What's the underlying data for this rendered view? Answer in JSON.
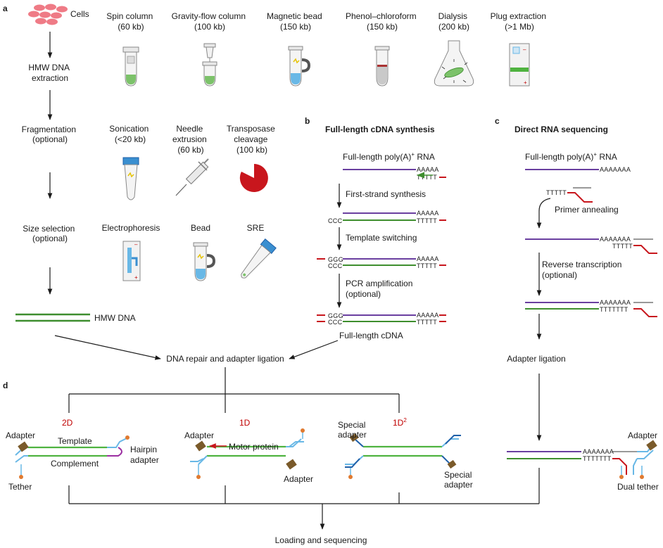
{
  "panels": {
    "a": "a",
    "b": "b",
    "c": "c",
    "d": "d"
  },
  "colors": {
    "purple": "#6a3fa0",
    "green": "#3e8e2e",
    "red": "#c8161d",
    "blue": "#3a8fd0",
    "lightblue": "#69b8e6",
    "darkblue": "#1f5fa8",
    "brown": "#7a5a2a",
    "orange": "#e07a30",
    "arrow": "#1a1a1a"
  },
  "a": {
    "cells_label": "Cells",
    "hmw_extraction": [
      "HMW DNA",
      "extraction"
    ],
    "fragmentation": [
      "Fragmentation",
      "(optional)"
    ],
    "size_selection": [
      "Size selection",
      "(optional)"
    ],
    "hmw_dna": "HMW DNA",
    "methods": [
      {
        "name": "Spin column",
        "size": "(60 kb)",
        "icon": "spin-column-icon"
      },
      {
        "name": "Gravity-flow column",
        "size": "(100 kb)",
        "icon": "gravity-flow-column-icon"
      },
      {
        "name": "Magnetic bead",
        "size": "(150 kb)",
        "icon": "magnetic-bead-tube-icon"
      },
      {
        "name": "Phenol–chloroform",
        "size": "(150 kb)",
        "icon": "phenol-chloroform-tube-icon"
      },
      {
        "name": "Dialysis",
        "size": "(200 kb)",
        "icon": "dialysis-flask-icon"
      },
      {
        "name": "Plug extraction",
        "size": "(>1 Mb)",
        "icon": "plug-extraction-gel-icon"
      }
    ],
    "frag_methods": [
      {
        "lines": [
          "Sonication",
          "(<20 kb)"
        ],
        "icon": "sonication-tube-icon"
      },
      {
        "lines": [
          "Needle",
          "extrusion",
          "(60 kb)"
        ],
        "icon": "needle-syringe-icon"
      },
      {
        "lines": [
          "Transposase",
          "cleavage",
          "(100 kb)"
        ],
        "icon": "transposase-pie-icon"
      }
    ],
    "size_methods": [
      {
        "name": "Electrophoresis",
        "icon": "electrophoresis-gel-icon"
      },
      {
        "name": "Bead",
        "icon": "bead-tube-icon"
      },
      {
        "name": "SRE",
        "icon": "sre-tube-icon"
      }
    ]
  },
  "b": {
    "title": "Full-length cDNA synthesis",
    "rna_label_pre": "Full-length poly(A)",
    "rna_label_sup": "+",
    "rna_label_post": " RNA",
    "polyA": "AAAAA",
    "polyT": "TTTTT",
    "ccc": "CCC",
    "ggg": "GGG",
    "step1": "First-strand synthesis",
    "step2": "Template switching",
    "step3": [
      "PCR amplification",
      "(optional)"
    ],
    "final": "Full-length cDNA"
  },
  "c": {
    "title": "Direct RNA sequencing",
    "rna_label_pre": "Full-length poly(A)",
    "rna_label_sup": "+",
    "rna_label_post": " RNA",
    "polyA": "AAAAAAA",
    "polyT5": "TTTTT",
    "polyT7": "TTTTTTT",
    "step1": "Primer annealing",
    "step2": [
      "Reverse transcription",
      "(optional)"
    ],
    "adapter_ligation": "Adapter ligation"
  },
  "center": {
    "repair": "DNA repair and adapter ligation",
    "loading": "Loading and sequencing"
  },
  "d": {
    "modes": [
      {
        "label": "2D"
      },
      {
        "label": "1D"
      },
      {
        "label": "1D",
        "sup": "2"
      }
    ],
    "labels_2d": {
      "adapter": "Adapter",
      "template": "Template",
      "complement": "Complement",
      "hairpin": [
        "Hairpin",
        "adapter"
      ],
      "tether": "Tether"
    },
    "labels_1d": {
      "adapter_top": "Adapter",
      "motor": "Motor protein",
      "adapter_bottom": "Adapter"
    },
    "labels_1d2": {
      "special_top": [
        "Special",
        "adapter"
      ],
      "special_bottom": [
        "Special",
        "adapter"
      ]
    },
    "labels_rna": {
      "adapter": "Adapter",
      "polyA": "AAAAAAA",
      "polyT": "TTTTTTT",
      "dual_tether": "Dual tether"
    }
  }
}
